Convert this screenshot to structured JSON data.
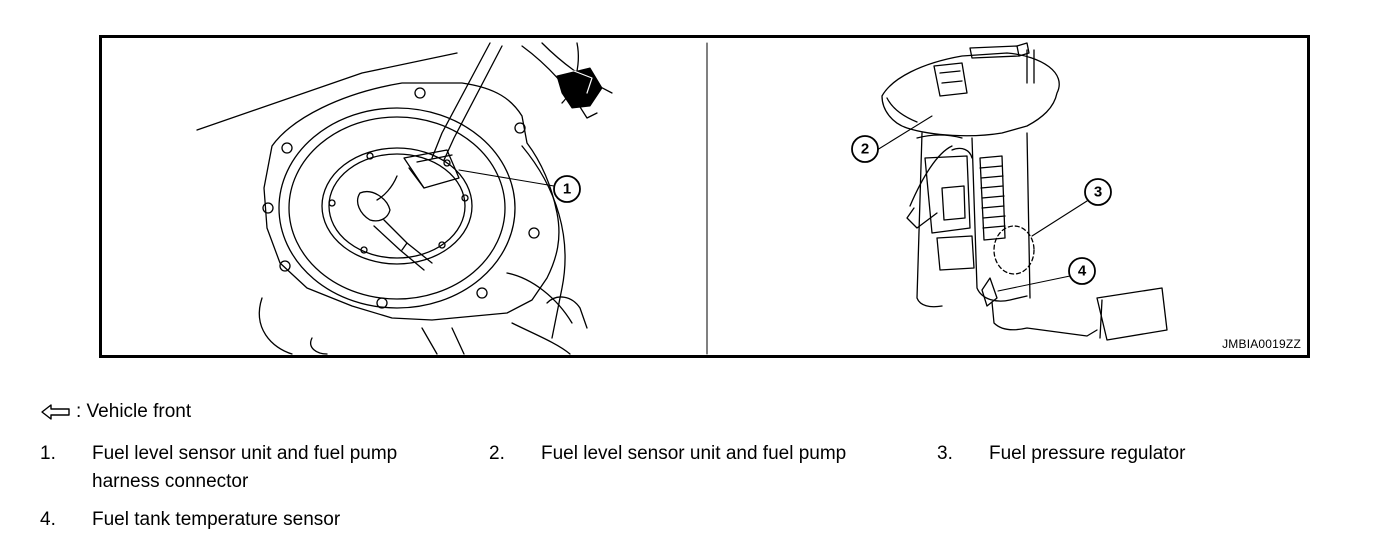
{
  "figure": {
    "code": "JMBIA0019ZZ",
    "callouts": [
      "1",
      "2",
      "3",
      "4"
    ]
  },
  "legend": {
    "front_label": ": Vehicle front",
    "items": [
      {
        "num": "1.",
        "line1": "Fuel level sensor unit and fuel pump",
        "line2": "harness connector"
      },
      {
        "num": "2.",
        "line1": "Fuel level sensor unit and fuel pump"
      },
      {
        "num": "3.",
        "line1": "Fuel pressure regulator"
      },
      {
        "num": "4.",
        "line1": "Fuel tank temperature sensor"
      }
    ]
  }
}
